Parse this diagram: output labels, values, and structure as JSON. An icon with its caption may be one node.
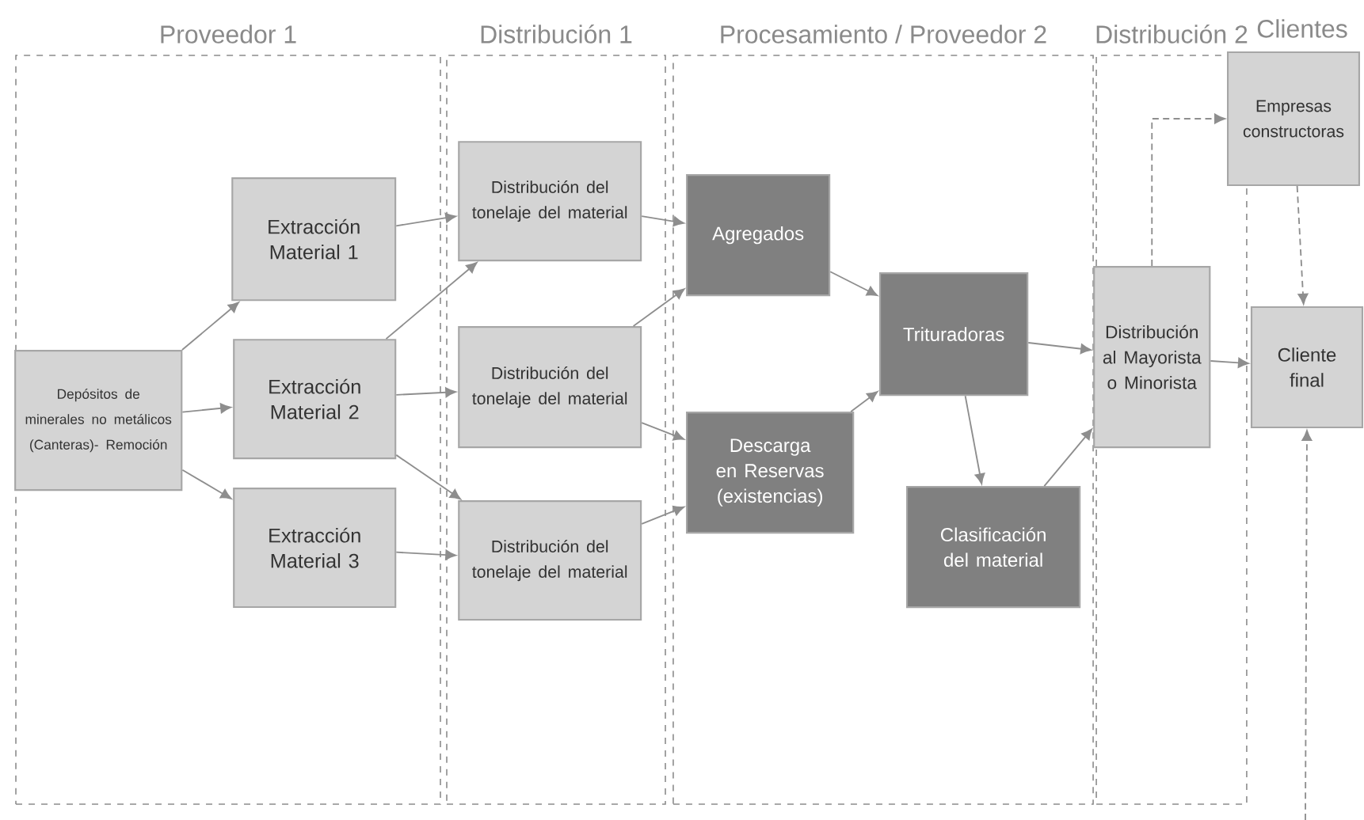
{
  "diagram": {
    "nodes": [
      {
        "text": [
          "Proveedor 1"
        ]
      },
      {
        "text": [
          "Depósitos de minerales no metálicos (Canteras)- Remoción"
        ],
        "in": 0
      },
      {
        "text": [
          "Extracción Material 1"
        ],
        "in": 0
      },
      {
        "text": [
          "Extracción Material 2"
        ],
        "in": 0
      },
      {
        "text": [
          "Extracción Material 3"
        ],
        "in": 0
      },
      {
        "text": [
          "Distribución 1"
        ]
      },
      {
        "text": [
          "Distribución del tonelaje del material"
        ],
        "in": 5
      },
      {
        "text": [
          "Distribución del tonelaje del material"
        ],
        "in": 5
      },
      {
        "text": [
          "Distribución del tonelaje del material"
        ],
        "in": 5
      },
      {
        "text": [
          "Procesamiento / Proveedor 2"
        ]
      },
      {
        "text": [
          "Agregados"
        ],
        "in": 9
      },
      {
        "text": [
          "Descarga en Reservas (existencias)"
        ],
        "in": 9
      },
      {
        "text": [
          "Trituradoras"
        ],
        "in": 9
      },
      {
        "text": [
          "Clasificación del material"
        ],
        "in": 9
      },
      {
        "text": [
          "Distribución 2"
        ]
      },
      {
        "text": [
          "Distribución al Mayorista o Minorista"
        ],
        "in": 14
      },
      {
        "text": [
          "Empresas constructoras"
        ]
      },
      {
        "text": [
          "Cliente final"
        ]
      }
    ],
    "edges": [
      {
        "from": 1,
        "to": 2,
        "arrow": "to"
      },
      {
        "from": 1,
        "to": 3,
        "arrow": "to"
      },
      {
        "from": 1,
        "to": 4,
        "arrow": "to"
      },
      {
        "from": 2,
        "to": 6,
        "arrow": "to"
      },
      {
        "from": 3,
        "to": 6,
        "arrow": "to"
      },
      {
        "from": 3,
        "to": 7,
        "arrow": "to"
      },
      {
        "from": 3,
        "to": 8,
        "arrow": "to"
      },
      {
        "from": 4,
        "to": 8,
        "arrow": "to"
      },
      {
        "from": 6,
        "to": 10,
        "arrow": "to"
      },
      {
        "from": 7,
        "to": 10,
        "arrow": "to"
      },
      {
        "from": 7,
        "to": 11,
        "arrow": "to"
      },
      {
        "from": 8,
        "to": 11,
        "arrow": "to"
      },
      {
        "from": 10,
        "to": 12,
        "arrow": "to"
      },
      {
        "from": 11,
        "to": 12,
        "arrow": "to"
      },
      {
        "from": 12,
        "to": 13,
        "arrow": "to"
      },
      {
        "from": 12,
        "to": 15,
        "arrow": "to"
      },
      {
        "from": 13,
        "to": 15,
        "arrow": "to"
      },
      {
        "from": 15,
        "to": 17,
        "arrow": "to"
      },
      {
        "from": 15,
        "to": 16,
        "arrow": "to",
        "style": "dashed"
      },
      {
        "from": 16,
        "to": 17,
        "arrow": "to",
        "style": "dashed"
      },
      {
        "from": null,
        "to": 17,
        "arrow": "to",
        "style": "dashed"
      }
    ],
    "labels": [
      "Clientes"
    ]
  }
}
